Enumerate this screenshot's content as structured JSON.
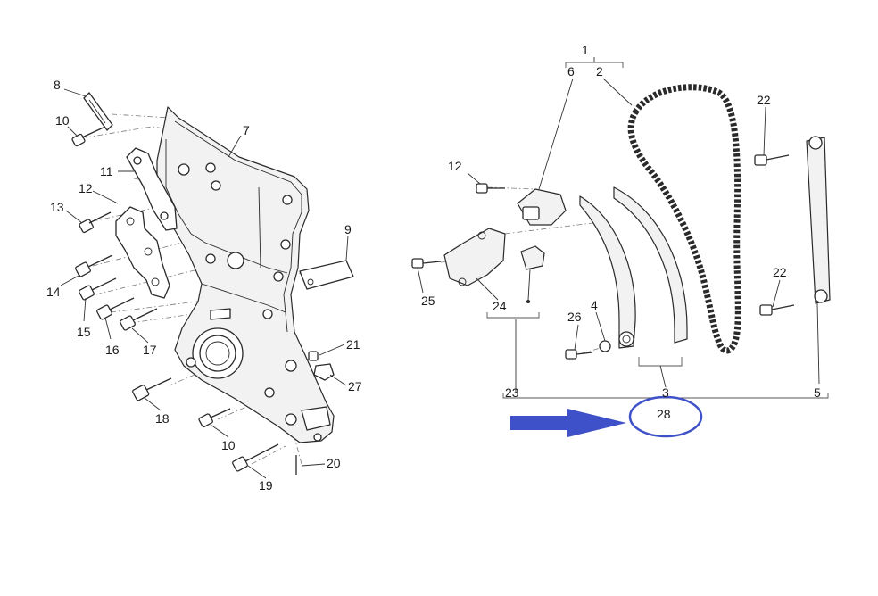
{
  "callouts": {
    "c1": "1",
    "c2": "2",
    "c3": "3",
    "c4": "4",
    "c5": "5",
    "c6": "6",
    "c7": "7",
    "c8": "8",
    "c9": "9",
    "c10a": "10",
    "c10b": "10",
    "c11": "11",
    "c12a": "12",
    "c12b": "12",
    "c13": "13",
    "c14": "14",
    "c15": "15",
    "c16": "16",
    "c17": "17",
    "c18": "18",
    "c19": "19",
    "c20": "20",
    "c21": "21",
    "c22a": "22",
    "c22b": "22",
    "c23": "23",
    "c24": "24",
    "c25": "25",
    "c26": "26",
    "c27": "27",
    "c28": "28"
  },
  "colors": {
    "arrow": "#3f51c8",
    "highlight_circle": "#3f51c8",
    "line_art": "#2a2a2a"
  },
  "highlight": {
    "target_callout": "28",
    "marker": "circle-and-arrow"
  }
}
